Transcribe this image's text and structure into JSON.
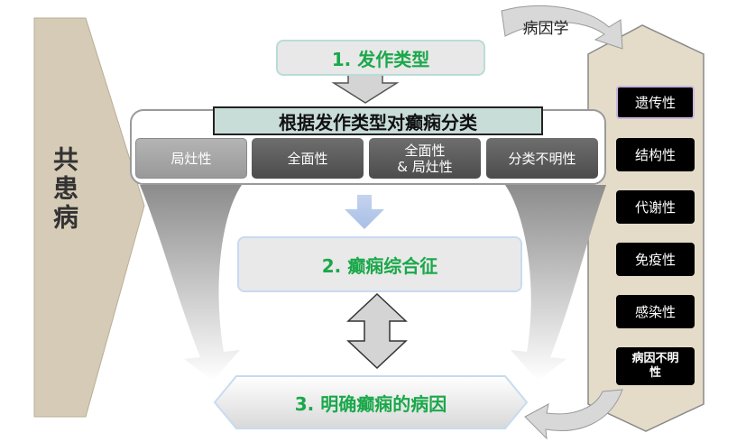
{
  "comorbidity": {
    "label": "共患病"
  },
  "steps": {
    "step1": "1. 发作类型",
    "step2": "2. 癫痫综合征",
    "step3": "3. 明确癫痫的病因"
  },
  "classification": {
    "header": "根据发作类型对癫痫分类",
    "categories": [
      "局灶性",
      "全面性",
      "全面性\n& 局灶性",
      "分类不明性"
    ]
  },
  "etiology": {
    "title": "病因学",
    "items": [
      "遗传性",
      "结构性",
      "代谢性",
      "免疫性",
      "感染性",
      "病因不明性"
    ]
  },
  "colors": {
    "step_text": "#1aa84a",
    "etiology_panel": "#e4dcc8",
    "comorbidity_arrow": "#d6cbb6",
    "header_fill": "#c8dcd8"
  }
}
